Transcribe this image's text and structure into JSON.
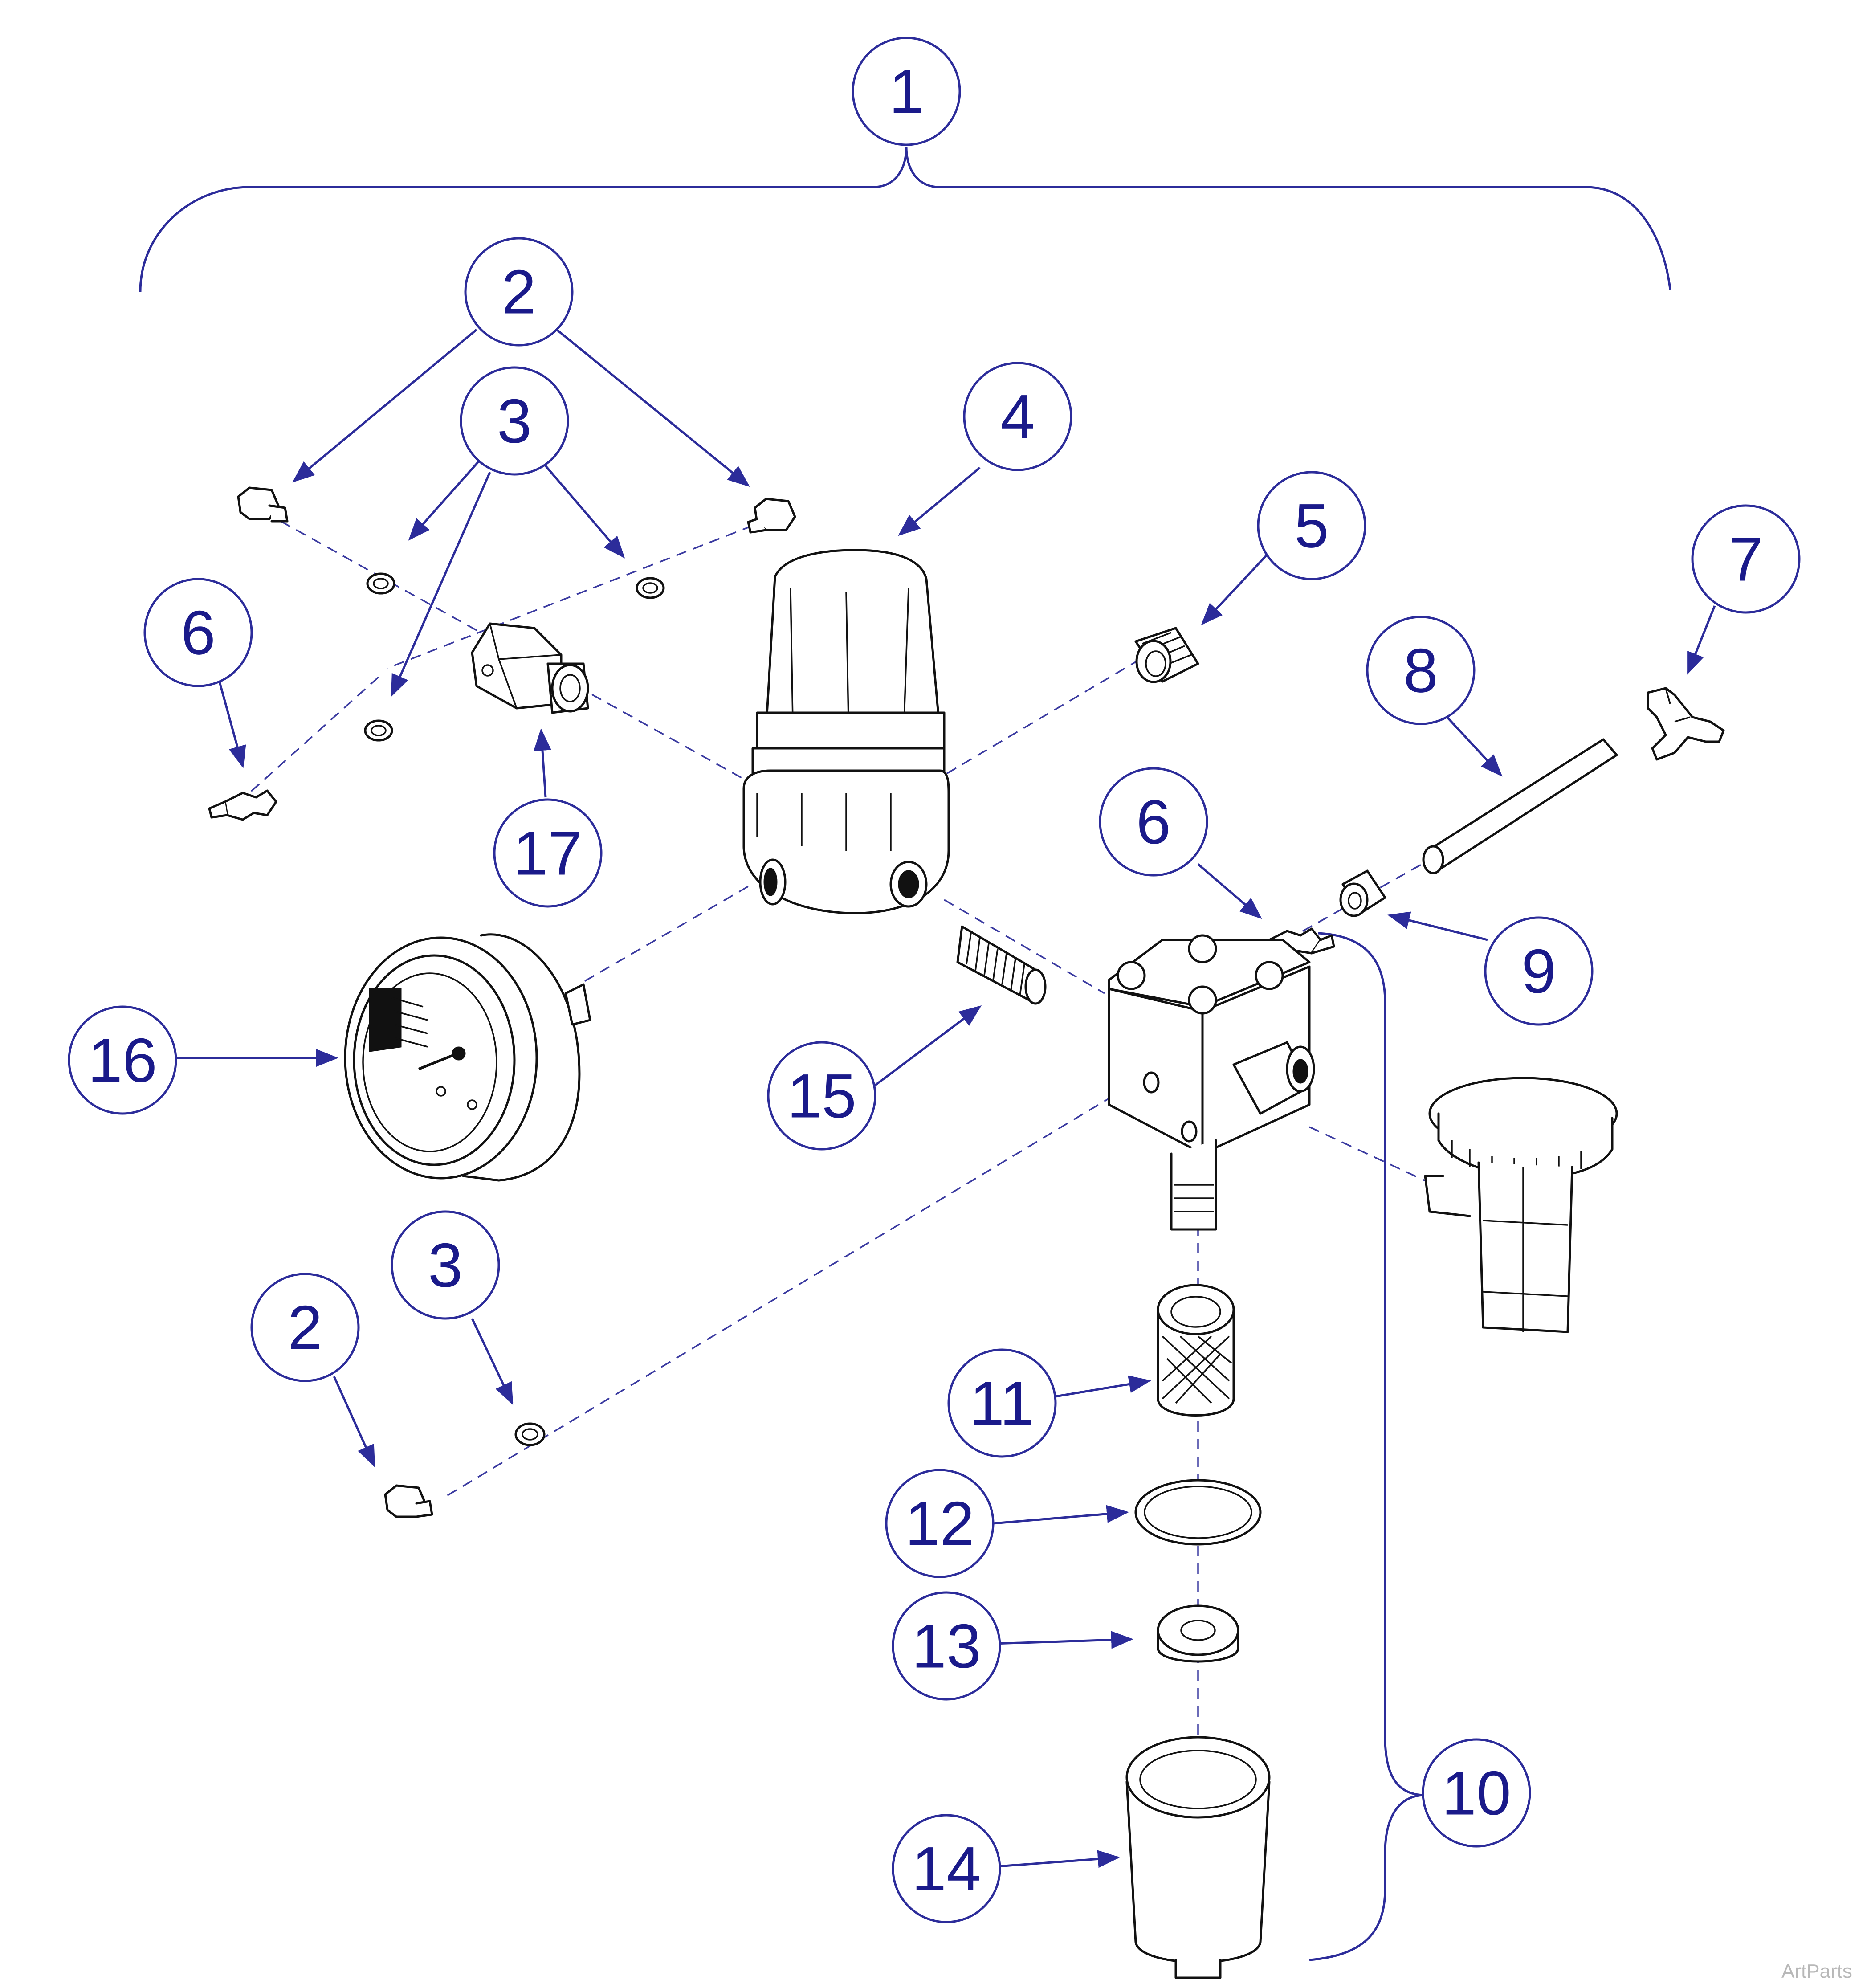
{
  "callouts": [
    {
      "id": "c1",
      "label": "1"
    },
    {
      "id": "c2a",
      "label": "2"
    },
    {
      "id": "c3a",
      "label": "3"
    },
    {
      "id": "c4",
      "label": "4"
    },
    {
      "id": "c5",
      "label": "5"
    },
    {
      "id": "c6a",
      "label": "6"
    },
    {
      "id": "c7",
      "label": "7"
    },
    {
      "id": "c8",
      "label": "8"
    },
    {
      "id": "c6b",
      "label": "6"
    },
    {
      "id": "c17",
      "label": "17"
    },
    {
      "id": "c9",
      "label": "9"
    },
    {
      "id": "c16",
      "label": "16"
    },
    {
      "id": "c15",
      "label": "15"
    },
    {
      "id": "c3b",
      "label": "3"
    },
    {
      "id": "c2b",
      "label": "2"
    },
    {
      "id": "c11",
      "label": "11"
    },
    {
      "id": "c12",
      "label": "12"
    },
    {
      "id": "c13",
      "label": "13"
    },
    {
      "id": "c10",
      "label": "10"
    },
    {
      "id": "c14",
      "label": "14"
    }
  ],
  "watermark": "ArtParts",
  "colors": {
    "callout": "#2c2c9a",
    "text": "#1a1a8a",
    "line": "#111111"
  }
}
